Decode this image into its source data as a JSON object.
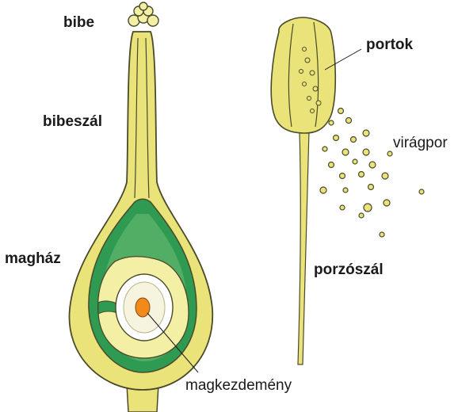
{
  "labels": {
    "bibe": "bibe",
    "bibeszal": "bibeszál",
    "maghaz": "magház",
    "magkezdemeny": "magkezdemény",
    "portok": "portok",
    "viragpor": "virágpor",
    "porzoszal": "porzószál"
  },
  "colors": {
    "yellow": "#e9e37a",
    "yellow_light": "#f3f0a6",
    "green": "#2f9a52",
    "green_light": "#6fbf73",
    "ovule_core": "#f6f4de",
    "nucleus": "#f08a1c",
    "outline": "#4a4a2a"
  }
}
